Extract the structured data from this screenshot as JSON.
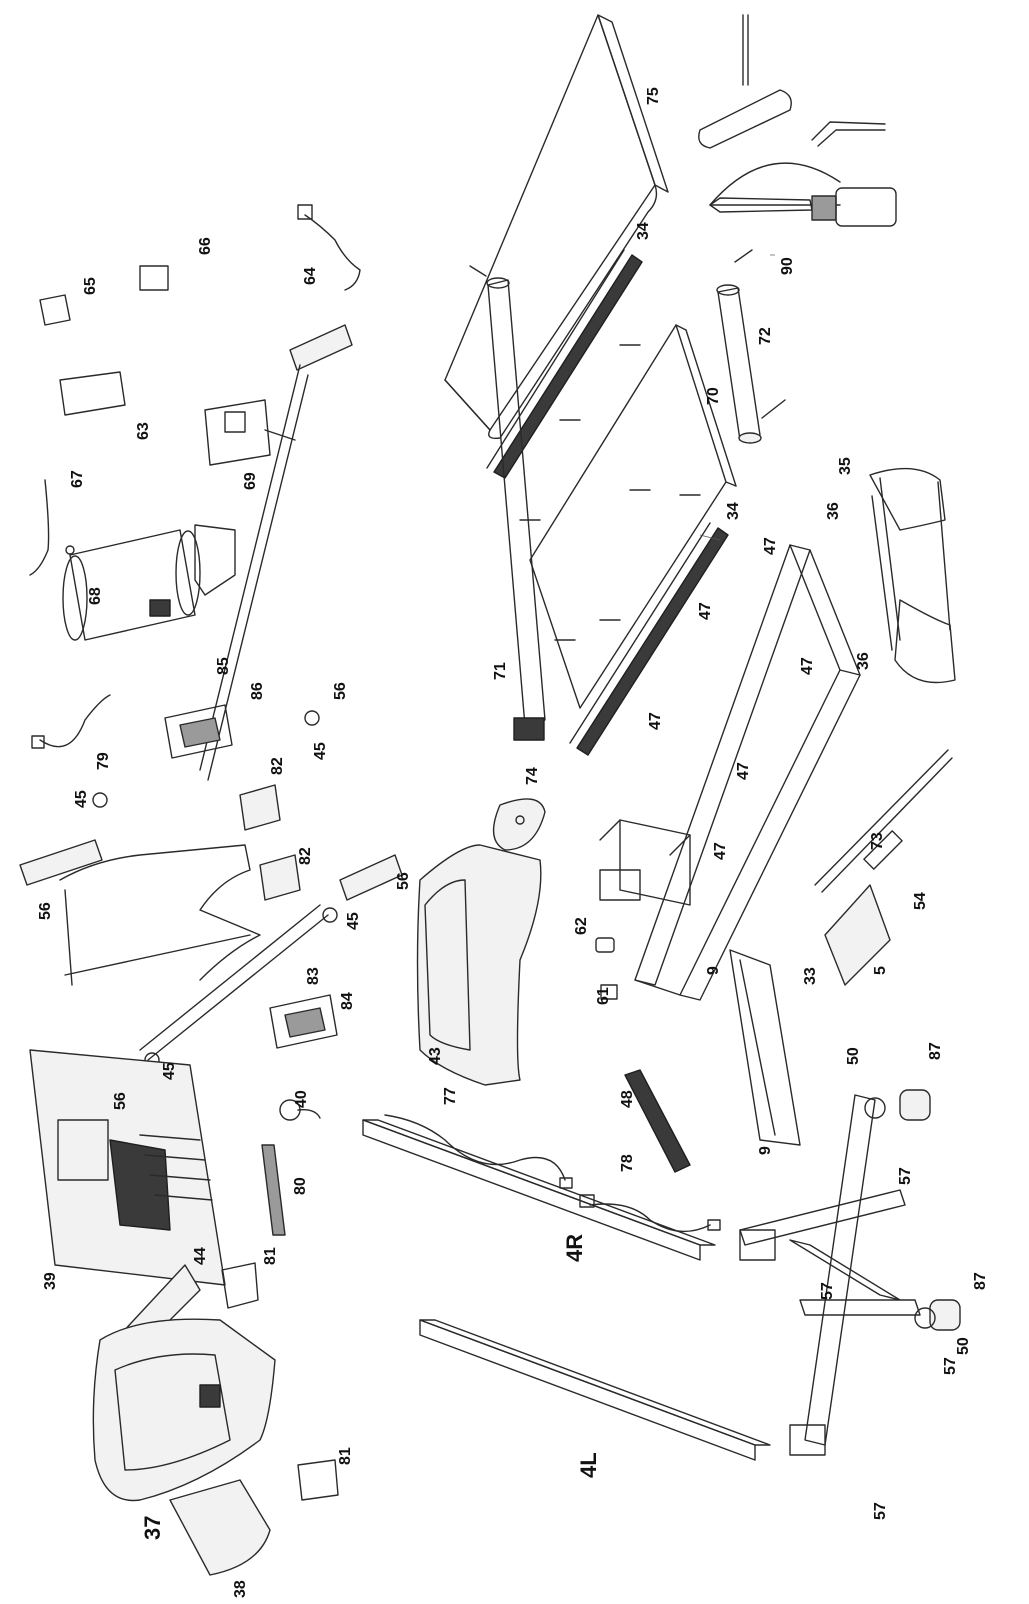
{
  "diagram": {
    "type": "exploded-parts-view",
    "part_labels": [
      {
        "id": "p75",
        "text": "75"
      },
      {
        "id": "p34a",
        "text": "34"
      },
      {
        "id": "p34b",
        "text": "34"
      },
      {
        "id": "p90",
        "text": "90"
      },
      {
        "id": "p72",
        "text": "72"
      },
      {
        "id": "p70",
        "text": "70"
      },
      {
        "id": "p35",
        "text": "35"
      },
      {
        "id": "p36a",
        "text": "36"
      },
      {
        "id": "p36b",
        "text": "36"
      },
      {
        "id": "p47a",
        "text": "47"
      },
      {
        "id": "p47b",
        "text": "47"
      },
      {
        "id": "p47c",
        "text": "47"
      },
      {
        "id": "p47d",
        "text": "47"
      },
      {
        "id": "p47e",
        "text": "47"
      },
      {
        "id": "p47f",
        "text": "47"
      },
      {
        "id": "p71",
        "text": "71"
      },
      {
        "id": "p74",
        "text": "74"
      },
      {
        "id": "p73",
        "text": "73"
      },
      {
        "id": "p54",
        "text": "54"
      },
      {
        "id": "p5",
        "text": "5"
      },
      {
        "id": "p33",
        "text": "33"
      },
      {
        "id": "p62",
        "text": "62"
      },
      {
        "id": "p61",
        "text": "61"
      },
      {
        "id": "p9a",
        "text": "9"
      },
      {
        "id": "p9b",
        "text": "9"
      },
      {
        "id": "p87a",
        "text": "87"
      },
      {
        "id": "p87b",
        "text": "87"
      },
      {
        "id": "p50a",
        "text": "50"
      },
      {
        "id": "p50b",
        "text": "50"
      },
      {
        "id": "p57a",
        "text": "57"
      },
      {
        "id": "p57b",
        "text": "57"
      },
      {
        "id": "p57c",
        "text": "57"
      },
      {
        "id": "p57d",
        "text": "57"
      },
      {
        "id": "p66",
        "text": "66"
      },
      {
        "id": "p65",
        "text": "65"
      },
      {
        "id": "p64",
        "text": "64"
      },
      {
        "id": "p63",
        "text": "63"
      },
      {
        "id": "p67",
        "text": "67"
      },
      {
        "id": "p69",
        "text": "69"
      },
      {
        "id": "p68",
        "text": "68"
      },
      {
        "id": "p85",
        "text": "85"
      },
      {
        "id": "p86",
        "text": "86"
      },
      {
        "id": "p56a",
        "text": "56"
      },
      {
        "id": "p56b",
        "text": "56"
      },
      {
        "id": "p56c",
        "text": "56"
      },
      {
        "id": "p56d",
        "text": "56"
      },
      {
        "id": "p45a",
        "text": "45"
      },
      {
        "id": "p45b",
        "text": "45"
      },
      {
        "id": "p45c",
        "text": "45"
      },
      {
        "id": "p45d",
        "text": "45"
      },
      {
        "id": "p79",
        "text": "79"
      },
      {
        "id": "p82a",
        "text": "82"
      },
      {
        "id": "p82b",
        "text": "82"
      },
      {
        "id": "p83",
        "text": "83"
      },
      {
        "id": "p84",
        "text": "84"
      },
      {
        "id": "p43",
        "text": "43"
      },
      {
        "id": "p40",
        "text": "40"
      },
      {
        "id": "p80",
        "text": "80"
      },
      {
        "id": "p77",
        "text": "77"
      },
      {
        "id": "p78",
        "text": "78"
      },
      {
        "id": "p48",
        "text": "48"
      },
      {
        "id": "p4R",
        "text": "4R"
      },
      {
        "id": "p4L",
        "text": "4L"
      },
      {
        "id": "p39",
        "text": "39"
      },
      {
        "id": "p44",
        "text": "44"
      },
      {
        "id": "p81a",
        "text": "81"
      },
      {
        "id": "p81b",
        "text": "81"
      },
      {
        "id": "p37",
        "text": "37"
      },
      {
        "id": "p38",
        "text": "38"
      }
    ]
  }
}
